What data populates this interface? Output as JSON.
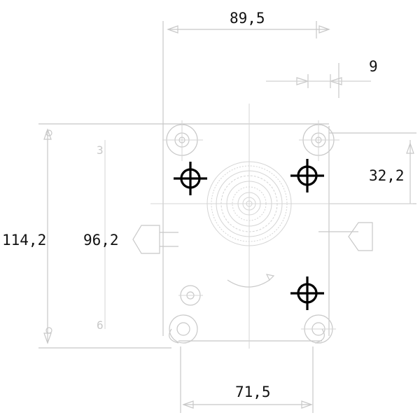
{
  "dimensions": {
    "top_width": "89,5",
    "small_gap": "9",
    "right_offset": "32,2",
    "overall_height": "114,2",
    "inner_height": "96,2",
    "bottom_width": "71,5"
  },
  "colors": {
    "line": "#c8c8c8",
    "hole": "#000000",
    "text": "#111111"
  }
}
